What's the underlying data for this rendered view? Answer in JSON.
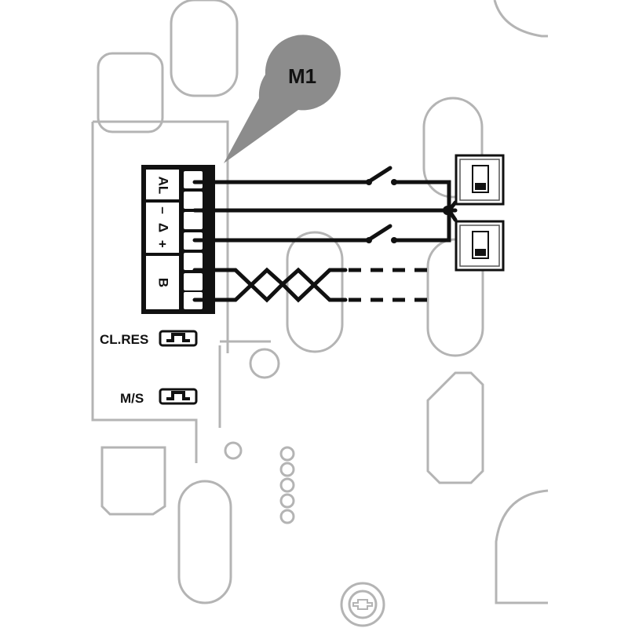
{
  "callout": {
    "label": "M1"
  },
  "terminal_labels": {
    "al": "AL",
    "minus": "–",
    "delta": "Δ",
    "plus": "+",
    "b": "B"
  },
  "jumpers": {
    "clres": "CL.RES",
    "ms": "M/S"
  },
  "colors": {
    "wire": "#111111",
    "outline": "#b4b4b4",
    "callout": "#8c8c8c",
    "terminal_block": "#111111"
  }
}
